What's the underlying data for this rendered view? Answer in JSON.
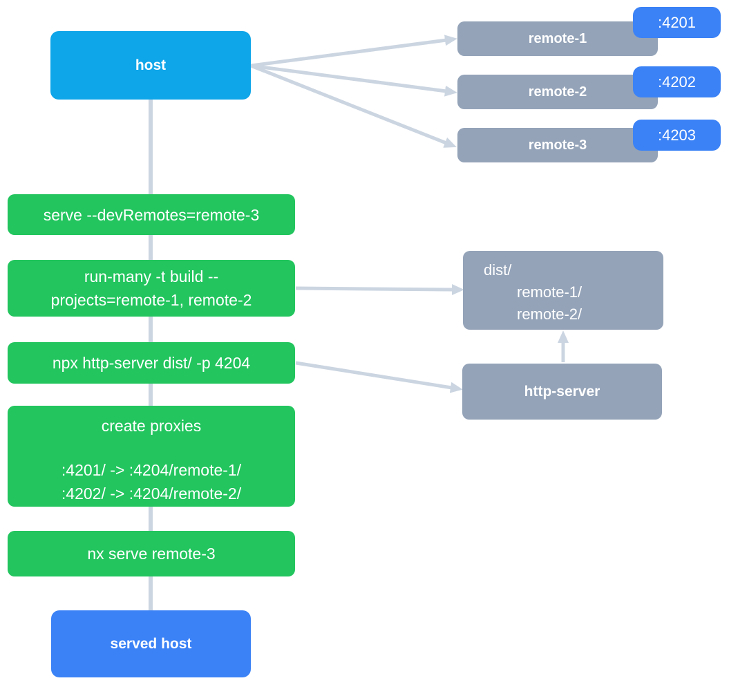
{
  "palette": {
    "host_box": "#0ea5e9",
    "action_box": "#22c55e",
    "remote_box": "#94a3b8",
    "port_badge": "#3b82f6",
    "edge_line": "#cbd5e1",
    "box_text": "#ffffff"
  },
  "host": {
    "label": "host"
  },
  "served_host": {
    "label": "served host"
  },
  "remotes": [
    {
      "label": "remote-1",
      "port": ":4201"
    },
    {
      "label": "remote-2",
      "port": ":4202"
    },
    {
      "label": "remote-3",
      "port": ":4203"
    }
  ],
  "steps": [
    {
      "line1": "serve --devRemotes=remote-3"
    },
    {
      "line1": "run-many -t build --",
      "line2": "projects=remote-1, remote-2"
    },
    {
      "line1": "npx http-server dist/ -p 4204"
    },
    {
      "title": "create proxies",
      "proxy1": ":4201/ -> :4204/remote-1/",
      "proxy2": ":4202/ -> :4204/remote-2/"
    },
    {
      "line1": "nx serve remote-3"
    }
  ],
  "dist": {
    "line1": "dist/",
    "line2": "remote-1/",
    "line3": "remote-2/"
  },
  "http_server": {
    "label": "http-server"
  }
}
